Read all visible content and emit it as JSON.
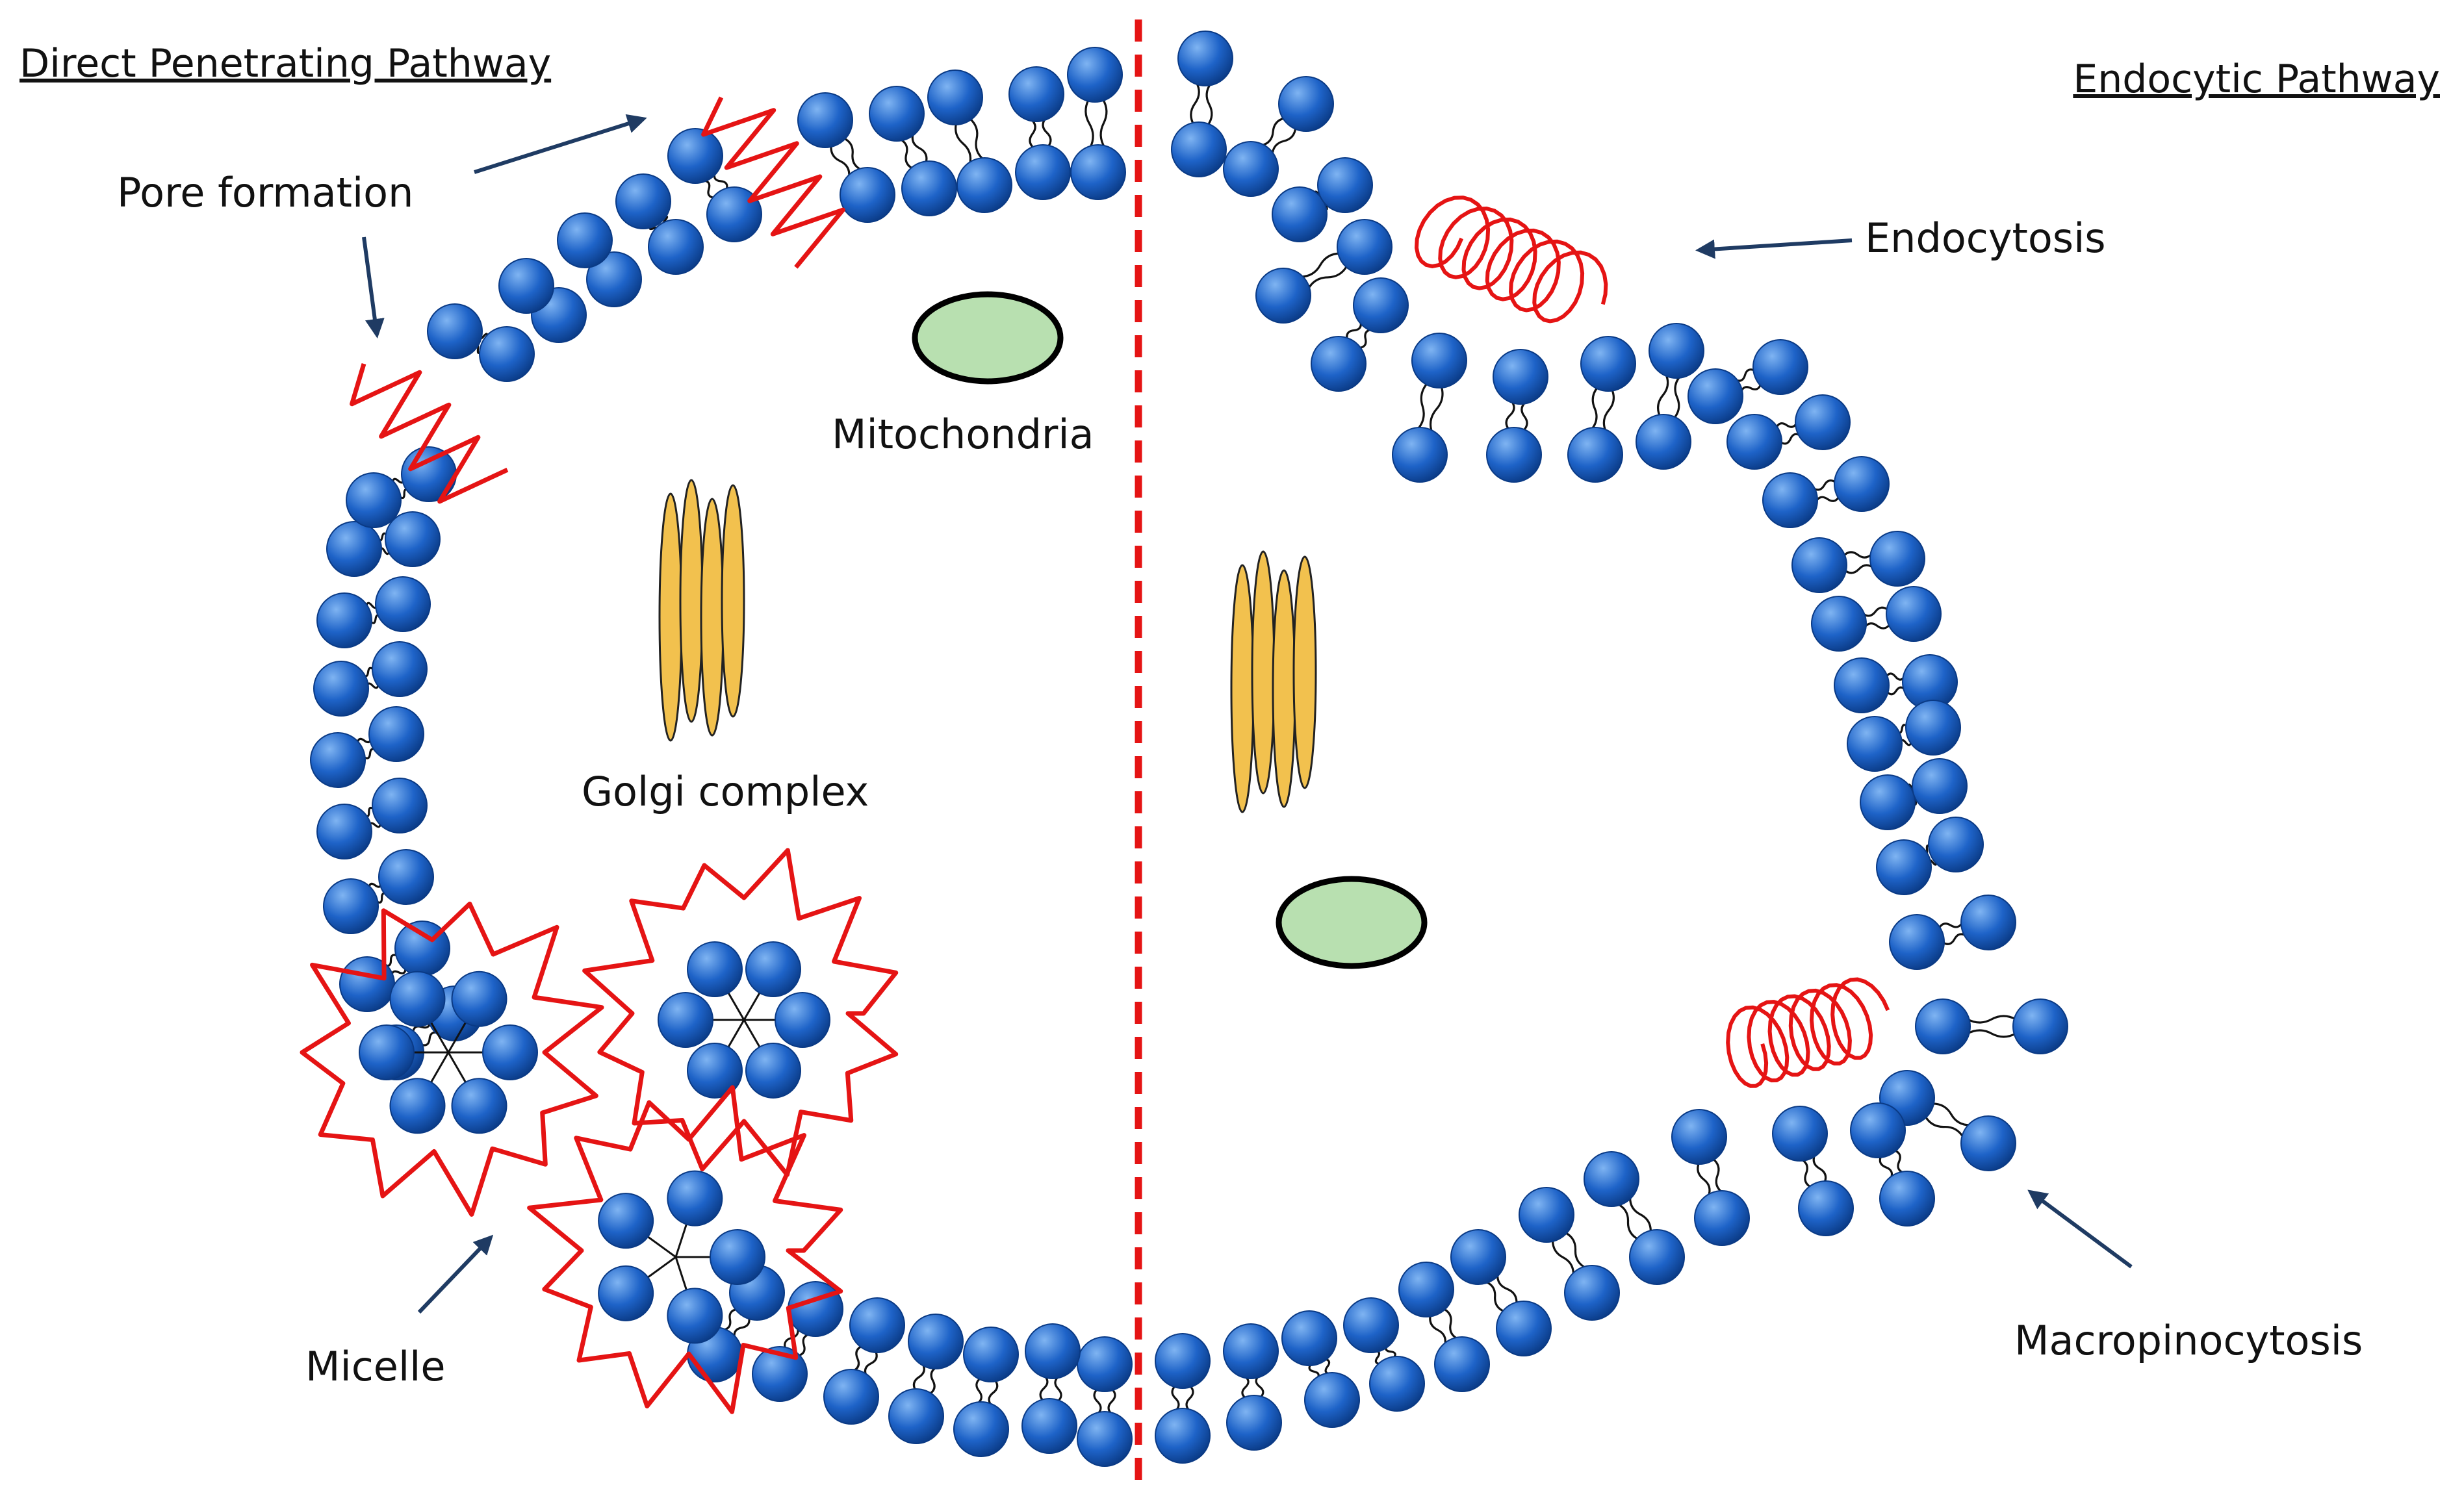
{
  "headings": {
    "left": "Direct Penetrating Pathway",
    "right": "Endocytic Pathway"
  },
  "labels": {
    "pore_formation": "Pore formation",
    "mitochondria": "Mitochondria",
    "golgi_complex": "Golgi complex",
    "micelle": "Micelle",
    "endocytosis": "Endocytosis",
    "macropinocytosis": "Macropinocytosis"
  },
  "colors": {
    "lipid_head": "#1e63c8",
    "lipid_head_light": "#7fb4f2",
    "lipid_head_dark": "#0a3a85",
    "peptide": "#e51414",
    "divider": "#e51414",
    "mitochondria_fill": "#b8e0b0",
    "golgi_fill": "#f2c14e",
    "arrow": "#1f3b63"
  }
}
